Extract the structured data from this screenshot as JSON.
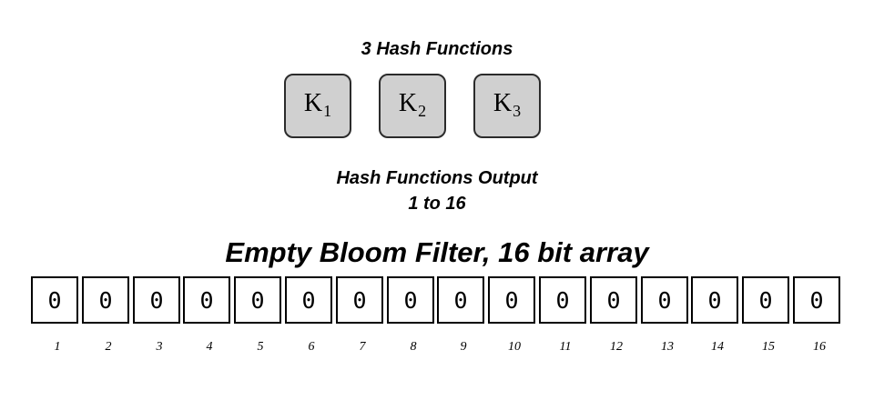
{
  "hash_section": {
    "title": "3 Hash Functions",
    "functions": [
      {
        "letter": "K",
        "subscript": "1"
      },
      {
        "letter": "K",
        "subscript": "2"
      },
      {
        "letter": "K",
        "subscript": "3"
      }
    ]
  },
  "output_section": {
    "line1": "Hash Functions Output",
    "line2": "1 to 16"
  },
  "filter": {
    "title": "Empty Bloom Filter, 16 bit array",
    "bits": [
      "0",
      "0",
      "0",
      "0",
      "0",
      "0",
      "0",
      "0",
      "0",
      "0",
      "0",
      "0",
      "0",
      "0",
      "0",
      "0"
    ],
    "indices": [
      "1",
      "2",
      "3",
      "4",
      "5",
      "6",
      "7",
      "8",
      "9",
      "10",
      "11",
      "12",
      "13",
      "14",
      "15",
      "16"
    ]
  }
}
